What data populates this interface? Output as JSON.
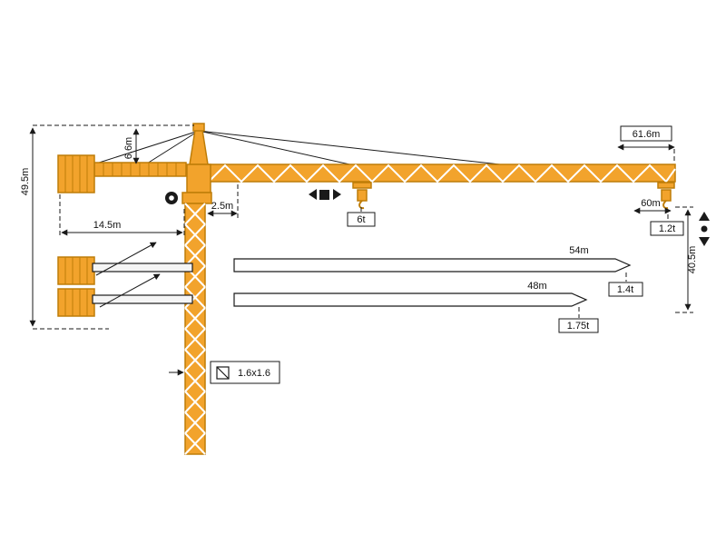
{
  "title": "tower-crane-dimension-diagram",
  "colors": {
    "crane": "#F2A32C",
    "crane_dark": "#BE7D08",
    "line": "#1a1a1a"
  },
  "labels": {
    "total_height": "49.5m",
    "head_height": "6.6m",
    "counterjib_length": "14.5m",
    "rear_clearance": "2.5m",
    "jib_max": "61.6m",
    "radius_60": "60m",
    "cap_at_60": "1.2t",
    "hook_height": "40.5m",
    "max_capacity": "6t",
    "radius_54": "54m",
    "cap_at_54": "1.4t",
    "radius_48": "48m",
    "cap_at_48": "1.75t",
    "mast_section": "1.6x1.6"
  },
  "icons": {
    "rotation": "slewing-rotation-icon",
    "trolley": "trolley-travel-icon",
    "hook": "hook-up-down-icon",
    "mast_section": "mast-cross-section-icon"
  }
}
